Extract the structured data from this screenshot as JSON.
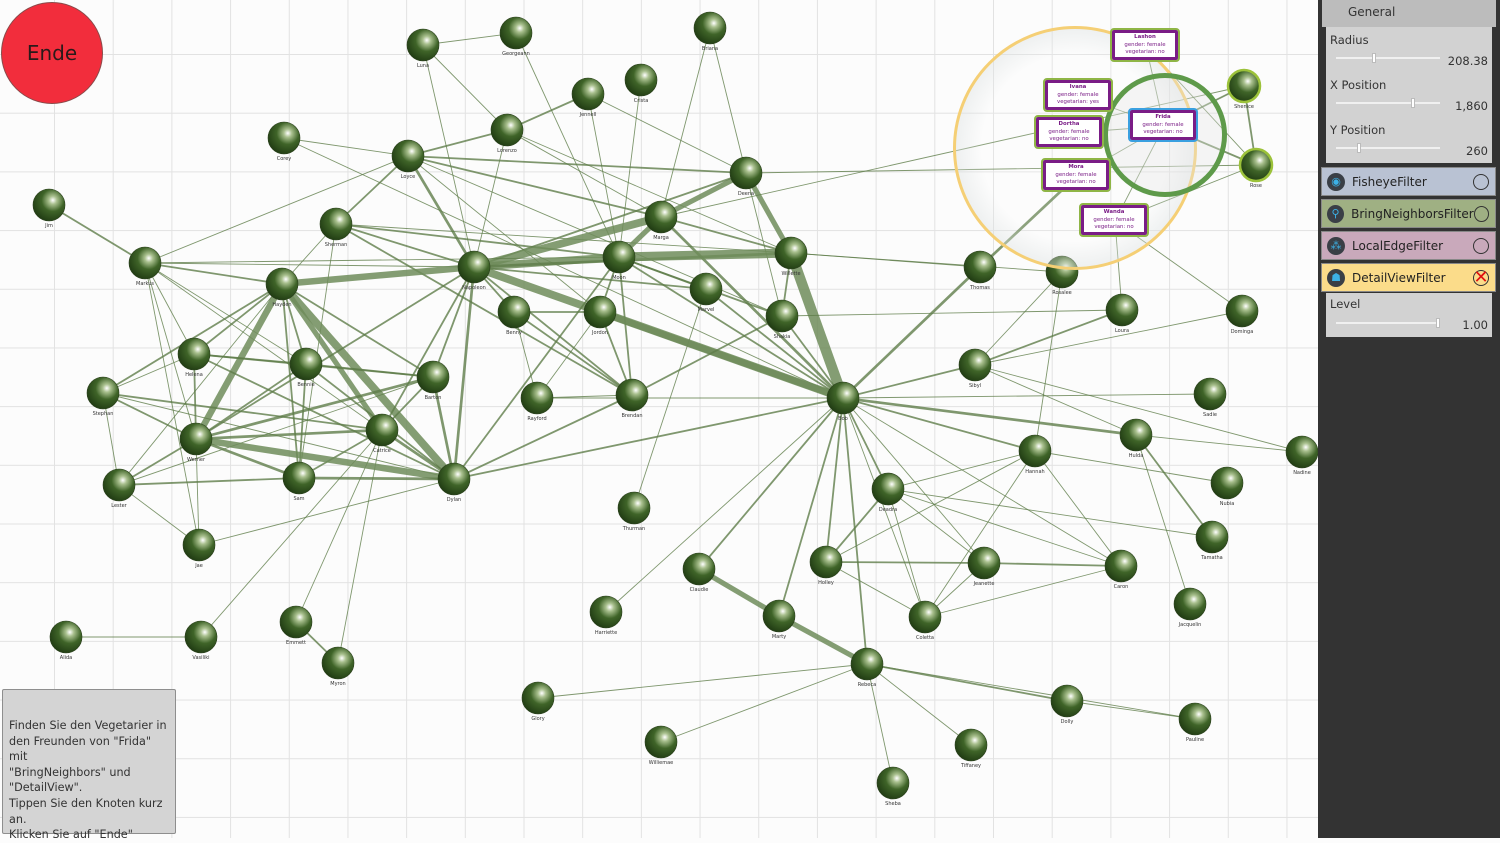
{
  "end_button": "Ende",
  "task_text": "Finden Sie den Vegetarier in\nden Freunden von \"Frida\" mit\n\"BringNeighbors\" und\n\"DetailView\".\nTippen Sie den Knoten kurz an.\nKlicken Sie auf \"Ende\"",
  "panel": {
    "general_title": "General",
    "radius": {
      "label": "Radius",
      "value": "208.38",
      "fraction": 0.36
    },
    "x_position": {
      "label": "X Position",
      "value": "1,860",
      "fraction": 0.75
    },
    "y_position": {
      "label": "Y Position",
      "value": "260",
      "fraction": 0.21
    },
    "filters": [
      {
        "name": "FisheyeFilter",
        "icon": "fisheye-icon",
        "checked": false,
        "color": "#b9c2d3"
      },
      {
        "name": "BringNeighborsFilter",
        "icon": "bring-neighbors-icon",
        "checked": false,
        "color": "#9fb083"
      },
      {
        "name": "LocalEdgeFilter",
        "icon": "local-edge-icon",
        "checked": false,
        "color": "#c9a9bb"
      },
      {
        "name": "DetailViewFilter",
        "icon": "detail-view-icon",
        "checked": true,
        "color": "#fbdc8a"
      }
    ],
    "level": {
      "label": "Level",
      "value": "1.00",
      "fraction": 1.0
    }
  },
  "detail_cards": [
    {
      "name": "Lashon",
      "gender": "gender:  female",
      "vegetarian": "vegetarian:  no"
    },
    {
      "name": "Ivana",
      "gender": "gender:  female",
      "vegetarian": "vegetarian:  yes"
    },
    {
      "name": "Dortha",
      "gender": "gender:  female",
      "vegetarian": "vegetarian:  no"
    },
    {
      "name": "Frida",
      "gender": "gender:  female",
      "vegetarian": "vegetarian:  no"
    },
    {
      "name": "Mora",
      "gender": "gender:  female",
      "vegetarian": "vegetarian:  no"
    },
    {
      "name": "Wanda",
      "gender": "gender:  female",
      "vegetarian": "vegetarian:  no"
    }
  ],
  "nodes": [
    "Luna",
    "Georgeann",
    "Briana",
    "Jennell",
    "Crista",
    "Lorenzo",
    "Corey",
    "Loyce",
    "Deena",
    "Jim",
    "Sherman",
    "Marga",
    "Markus",
    "Hayden",
    "Napoleon",
    "Moon",
    "Willette",
    "Marvel",
    "Benny",
    "Jordon",
    "Shakia",
    "Thomas",
    "Rosalee",
    "Loura",
    "Dominga",
    "Helena",
    "Bennie",
    "Barton",
    "Stephan",
    "Rayford",
    "Brendan",
    "Bob",
    "Sibyl",
    "Sadie",
    "Catrice",
    "Werner",
    "Hulda",
    "Hannah",
    "Nadine",
    "Lester",
    "Sam",
    "Dylan",
    "Deadra",
    "Nubia",
    "Thurman",
    "Tamatha",
    "Jae",
    "Claudie",
    "Holley",
    "Jeanette",
    "Caron",
    "Jacquelin",
    "Harriette",
    "Marty",
    "Coletta",
    "Emmett",
    "Alida",
    "Vasiliki",
    "Myron",
    "Rebeca",
    "Glory",
    "Dolly",
    "Pauline",
    "Williemae",
    "Tiffaney",
    "Sheba",
    "Shenice",
    "Rose"
  ],
  "edges": [
    [
      "Luna",
      "Georgeann",
      1
    ],
    [
      "Luna",
      "Napoleon",
      1
    ],
    [
      "Luna",
      "Lorenzo",
      1
    ],
    [
      "Georgeann",
      "Moon",
      1
    ],
    [
      "Briana",
      "Marga",
      1
    ],
    [
      "Briana",
      "Deena",
      1
    ],
    [
      "Jennell",
      "Lorenzo",
      2
    ],
    [
      "Jennell",
      "Moon",
      1
    ],
    [
      "Jennell",
      "Deena",
      1
    ],
    [
      "Crista",
      "Moon",
      1
    ],
    [
      "Lorenzo",
      "Loyce",
      2
    ],
    [
      "Lorenzo",
      "Marga",
      1
    ],
    [
      "Lorenzo",
      "Napoleon",
      1
    ],
    [
      "Lorenzo",
      "Willette",
      1
    ],
    [
      "Corey",
      "Loyce",
      1
    ],
    [
      "Corey",
      "Bob",
      1
    ],
    [
      "Loyce",
      "Markus",
      1
    ],
    [
      "Loyce",
      "Sherman",
      2
    ],
    [
      "Loyce",
      "Napoleon",
      3
    ],
    [
      "Loyce",
      "Deena",
      2
    ],
    [
      "Loyce",
      "Marga",
      2
    ],
    [
      "Loyce",
      "Jordon",
      1
    ],
    [
      "Loyce",
      "Shakia",
      1
    ],
    [
      "Deena",
      "Marga",
      4
    ],
    [
      "Deena",
      "Willette",
      4
    ],
    [
      "Deena",
      "Napoleon",
      2
    ],
    [
      "Deena",
      "Rose",
      1
    ],
    [
      "Deena",
      "Shakia",
      1
    ],
    [
      "Jim",
      "Markus",
      2
    ],
    [
      "Sherman",
      "Napoleon",
      2
    ],
    [
      "Sherman",
      "Hayden",
      1
    ],
    [
      "Sherman",
      "Brendan",
      2
    ],
    [
      "Sherman",
      "Moon",
      2
    ],
    [
      "Sherman",
      "Willette",
      1
    ],
    [
      "Sherman",
      "Sam",
      1
    ],
    [
      "Marga",
      "Moon",
      4
    ],
    [
      "Marga",
      "Napoleon",
      6
    ],
    [
      "Marga",
      "Bob",
      3
    ],
    [
      "Marga",
      "Willette",
      2
    ],
    [
      "Marga",
      "Shenice",
      1
    ],
    [
      "Markus",
      "Hayden",
      2
    ],
    [
      "Markus",
      "Helena",
      1
    ],
    [
      "Markus",
      "Napoleon",
      1
    ],
    [
      "Markus",
      "Werner",
      1
    ],
    [
      "Markus",
      "Bennie",
      1
    ],
    [
      "Markus",
      "Catrice",
      1
    ],
    [
      "Markus",
      "Jae",
      1
    ],
    [
      "Markus",
      "Moon",
      1
    ],
    [
      "Hayden",
      "Napoleon",
      5
    ],
    [
      "Hayden",
      "Dylan",
      6
    ],
    [
      "Hayden",
      "Catrice",
      4
    ],
    [
      "Hayden",
      "Werner",
      5
    ],
    [
      "Hayden",
      "Helena",
      2
    ],
    [
      "Hayden",
      "Stephan",
      2
    ],
    [
      "Hayden",
      "Bennie",
      2
    ],
    [
      "Hayden",
      "Barton",
      2
    ],
    [
      "Hayden",
      "Sam",
      2
    ],
    [
      "Hayden",
      "Lester",
      1
    ],
    [
      "Napoleon",
      "Moon",
      6
    ],
    [
      "Napoleon",
      "Willette",
      3
    ],
    [
      "Napoleon",
      "Bob",
      6
    ],
    [
      "Napoleon",
      "Dylan",
      3
    ],
    [
      "Napoleon",
      "Barton",
      2
    ],
    [
      "Napoleon",
      "Catrice",
      2
    ],
    [
      "Napoleon",
      "Werner",
      2
    ],
    [
      "Napoleon",
      "Benny",
      2
    ],
    [
      "Napoleon",
      "Marvel",
      2
    ],
    [
      "Napoleon",
      "Brendan",
      2
    ],
    [
      "Moon",
      "Willette",
      7
    ],
    [
      "Moon",
      "Jordon",
      2
    ],
    [
      "Moon",
      "Brendan",
      2
    ],
    [
      "Moon",
      "Marvel",
      2
    ],
    [
      "Moon",
      "Bob",
      2
    ],
    [
      "Moon",
      "Dylan",
      2
    ],
    [
      "Moon",
      "Shakia",
      2
    ],
    [
      "Willette",
      "Bob",
      8
    ],
    [
      "Willette",
      "Shakia",
      2
    ],
    [
      "Willette",
      "Thomas",
      1
    ],
    [
      "Willette",
      "Rosalee",
      1
    ],
    [
      "Marvel",
      "Bob",
      2
    ],
    [
      "Marvel",
      "Thurman",
      1
    ],
    [
      "Benny",
      "Jordon",
      2
    ],
    [
      "Benny",
      "Rayford",
      1
    ],
    [
      "Benny",
      "Brendan",
      2
    ],
    [
      "Jordon",
      "Bob",
      5
    ],
    [
      "Jordon",
      "Brendan",
      2
    ],
    [
      "Jordon",
      "Rayford",
      1
    ],
    [
      "Shakia",
      "Brendan",
      2
    ],
    [
      "Shakia",
      "Bob",
      2
    ],
    [
      "Shakia",
      "Loura",
      1
    ],
    [
      "Thomas",
      "Bob",
      3
    ],
    [
      "Thomas",
      "Mora",
      3
    ],
    [
      "Rosalee",
      "Sibyl",
      1
    ],
    [
      "Rosalee",
      "Hannah",
      1
    ],
    [
      "Loura",
      "Sibyl",
      2
    ],
    [
      "Loura",
      "Wanda",
      1
    ],
    [
      "Dominga",
      "Sibyl",
      1
    ],
    [
      "Dominga",
      "Wanda",
      1
    ],
    [
      "Helena",
      "Werner",
      2
    ],
    [
      "Helena",
      "Bennie",
      2
    ],
    [
      "Helena",
      "Barton",
      2
    ],
    [
      "Helena",
      "Dylan",
      2
    ],
    [
      "Helena",
      "Stephan",
      1
    ],
    [
      "Bennie",
      "Barton",
      2
    ],
    [
      "Bennie",
      "Sam",
      2
    ],
    [
      "Bennie",
      "Werner",
      2
    ],
    [
      "Bennie",
      "Dylan",
      2
    ],
    [
      "Barton",
      "Werner",
      3
    ],
    [
      "Barton",
      "Dylan",
      3
    ],
    [
      "Barton",
      "Catrice",
      2
    ],
    [
      "Barton",
      "Lester",
      1
    ],
    [
      "Stephan",
      "Werner",
      2
    ],
    [
      "Stephan",
      "Catrice",
      2
    ],
    [
      "Stephan",
      "Dylan",
      1
    ],
    [
      "Stephan",
      "Lester",
      1
    ],
    [
      "Rayford",
      "Brendan",
      1
    ],
    [
      "Rayford",
      "Bob",
      1
    ],
    [
      "Brendan",
      "Dylan",
      2
    ],
    [
      "Bob",
      "Dylan",
      2
    ],
    [
      "Bob",
      "Hulda",
      3
    ],
    [
      "Bob",
      "Hannah",
      2
    ],
    [
      "Bob",
      "Deadra",
      2
    ],
    [
      "Bob",
      "Holley",
      2
    ],
    [
      "Bob",
      "Rebeca",
      2
    ],
    [
      "Bob",
      "Claudie",
      2
    ],
    [
      "Bob",
      "Marty",
      2
    ],
    [
      "Bob",
      "Coletta",
      1
    ],
    [
      "Bob",
      "Caron",
      1
    ],
    [
      "Bob",
      "Jeanette",
      1
    ],
    [
      "Bob",
      "Sibyl",
      2
    ],
    [
      "Bob",
      "Harriette",
      1
    ],
    [
      "Bob",
      "Sadie",
      1
    ],
    [
      "Sibyl",
      "Hulda",
      1
    ],
    [
      "Sibyl",
      "Nadine",
      1
    ],
    [
      "Catrice",
      "Werner",
      3
    ],
    [
      "Catrice",
      "Sam",
      2
    ],
    [
      "Catrice",
      "Dylan",
      3
    ],
    [
      "Catrice",
      "Vasiliki",
      1
    ],
    [
      "Catrice",
      "Myron",
      1
    ],
    [
      "Catrice",
      "Emmett",
      1
    ],
    [
      "Werner",
      "Dylan",
      5
    ],
    [
      "Werner",
      "Sam",
      3
    ],
    [
      "Werner",
      "Lester",
      2
    ],
    [
      "Werner",
      "Jae",
      1
    ],
    [
      "Hulda",
      "Nadine",
      1
    ],
    [
      "Hulda",
      "Tamatha",
      2
    ],
    [
      "Hulda",
      "Jacquelin",
      1
    ],
    [
      "Hannah",
      "Deadra",
      1
    ],
    [
      "Hannah",
      "Holley",
      1
    ],
    [
      "Hannah",
      "Coletta",
      1
    ],
    [
      "Hannah",
      "Caron",
      1
    ],
    [
      "Hannah",
      "Nubia",
      1
    ],
    [
      "Lester",
      "Sam",
      2
    ],
    [
      "Lester",
      "Jae",
      1
    ],
    [
      "Sam",
      "Dylan",
      3
    ],
    [
      "Dylan",
      "Jae",
      1
    ],
    [
      "Deadra",
      "Holley",
      2
    ],
    [
      "Deadra",
      "Jeanette",
      1
    ],
    [
      "Deadra",
      "Caron",
      1
    ],
    [
      "Deadra",
      "Coletta",
      1
    ],
    [
      "Deadra",
      "Tamatha",
      1
    ],
    [
      "Holley",
      "Jeanette",
      2
    ],
    [
      "Holley",
      "Coletta",
      1
    ],
    [
      "Jeanette",
      "Caron",
      2
    ],
    [
      "Jeanette",
      "Coletta",
      1
    ],
    [
      "Caron",
      "Coletta",
      1
    ],
    [
      "Claudie",
      "Marty",
      4
    ],
    [
      "Marty",
      "Rebeca",
      4
    ],
    [
      "Emmett",
      "Myron",
      2
    ],
    [
      "Alida",
      "Vasiliki",
      1
    ],
    [
      "Rebeca",
      "Glory",
      1
    ],
    [
      "Rebeca",
      "Williemae",
      1
    ],
    [
      "Rebeca",
      "Dolly",
      2
    ],
    [
      "Rebeca",
      "Tiffaney",
      1
    ],
    [
      "Rebeca",
      "Sheba",
      1
    ],
    [
      "Rebeca",
      "Pauline",
      1
    ],
    [
      "Dolly",
      "Pauline",
      1
    ],
    [
      "Frida",
      "Shenice",
      2
    ],
    [
      "Frida",
      "Rose",
      2
    ],
    [
      "Frida",
      "Lashon",
      1
    ],
    [
      "Frida",
      "Ivana",
      1
    ],
    [
      "Frida",
      "Dortha",
      1
    ],
    [
      "Frida",
      "Mora",
      1
    ],
    [
      "Frida",
      "Wanda",
      1
    ],
    [
      "Shenice",
      "Rose",
      2
    ],
    [
      "Rose",
      "Lashon",
      1
    ],
    [
      "Rose",
      "Wanda",
      1
    ]
  ]
}
